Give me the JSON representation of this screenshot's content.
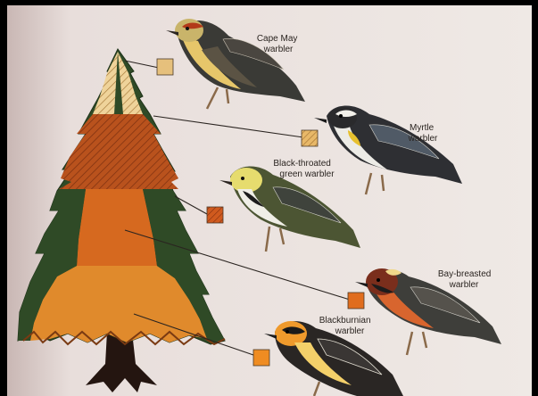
{
  "colors": {
    "frame": "#000000",
    "page": "#ede6e1",
    "trunk": "#241510",
    "tree_dark_green": "#2f4a26",
    "tip_pale_orange": "#e6c07c",
    "upper_orange": "#c05e28",
    "middle_orange": "#d6691f",
    "lower_orange": "#e08a2c"
  },
  "birds": [
    {
      "id": "cape-may",
      "line1": "Cape May",
      "line2": "warbler",
      "zone_color": "#e6c07c",
      "zone_hatched": false
    },
    {
      "id": "myrtle",
      "line1": "Myrtle",
      "line2": "warbler",
      "zone_color": "#e8b868",
      "zone_hatched": true
    },
    {
      "id": "black-throated-green",
      "line1": "Black-throated",
      "line2": "green warbler",
      "zone_color": "#d05a1e",
      "zone_hatched": true
    },
    {
      "id": "bay-breasted",
      "line1": "Bay-breasted",
      "line2": "warbler",
      "zone_color": "#e06d1e",
      "zone_hatched": false
    },
    {
      "id": "blackburnian",
      "line1": "Blackburnian",
      "line2": "warbler",
      "zone_color": "#ef8c22",
      "zone_hatched": false
    }
  ]
}
